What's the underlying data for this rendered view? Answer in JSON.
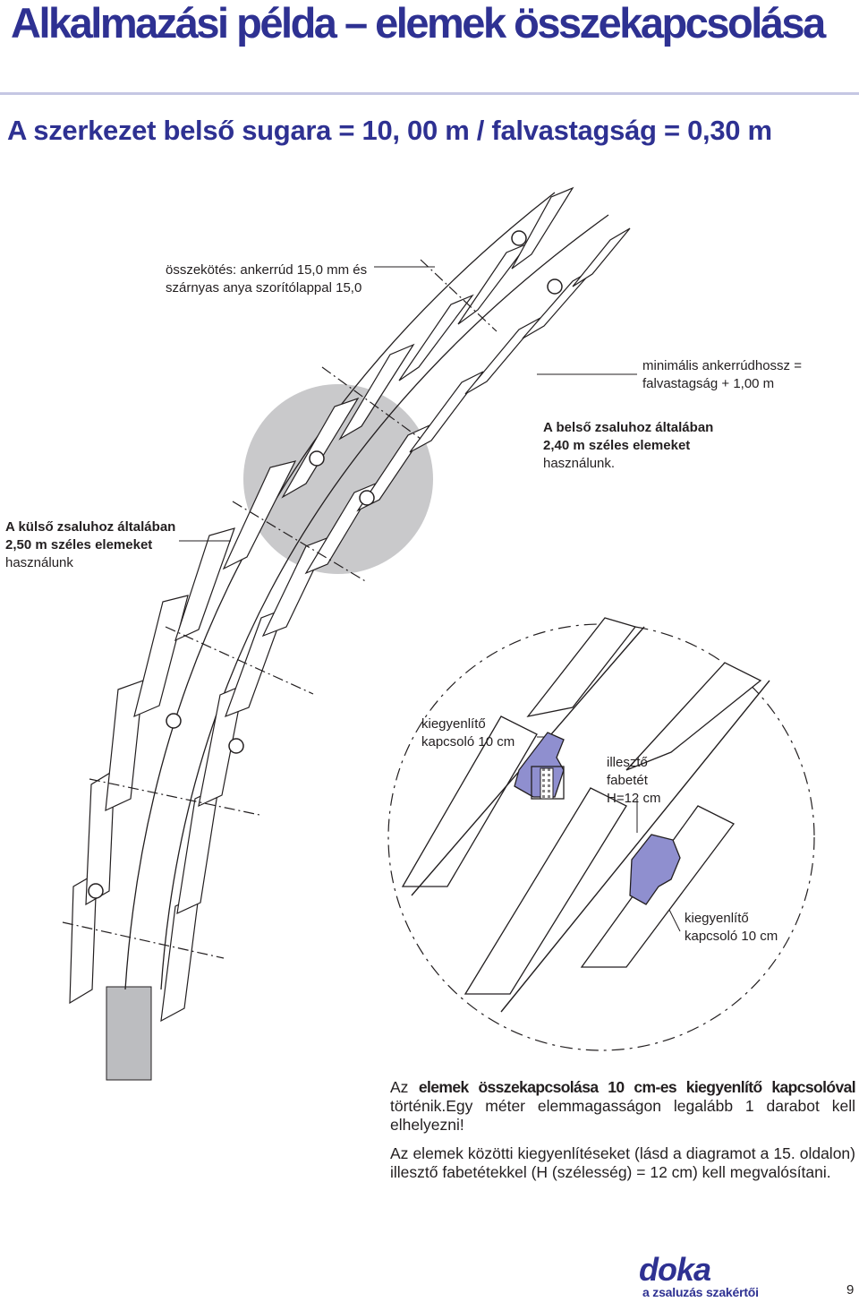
{
  "page": {
    "title": "Alkalmazási példa – elemek összekapcsolása",
    "subtitle": "A szerkezet belső sugara = 10, 00 m / falvastagság = 0,30 m"
  },
  "labels": {
    "connection": [
      "összekötés: ankerrúd 15,0 mm és",
      "szárnyas anya szorítólappal 15,0"
    ],
    "min_tie_rod": [
      "minimális ankerrúdhossz =",
      "falvastagság + 1,00 m"
    ],
    "inner_formwork": [
      "A belső zsaluhoz általában",
      "2,40 m széles elemeket",
      "használunk."
    ],
    "outer_formwork": [
      "A külső zsaluhoz általában",
      "2,50 m széles elemeket",
      "használunk"
    ],
    "compensation_clamp_1": [
      "kiegyenlítő",
      "kapcsoló 10 cm"
    ],
    "filler_board": [
      "illesztő",
      "fabetét",
      "H=12 cm"
    ],
    "compensation_clamp_2": [
      "kiegyenlítő",
      "kapcsoló 10 cm"
    ]
  },
  "body": {
    "p1_prefix": "Az",
    "p1_bold": "elemek összekapcsolása 10 cm-es kiegyenlítő kapcsolóval",
    "p1_rest": "történik.Egy méter elemmagasságon legalább 1 darabot kell elhelyezni!",
    "p2": "Az elemek közötti kiegyenlítéseket (lásd a diagramot a 15. oldalon) illesztő fabetétekkel (H (szélesség) = 12 cm) kell megvalósítani."
  },
  "footer": {
    "logo": "doka",
    "slogan": "a zsaluzás szakértői",
    "page_number": "9"
  },
  "colors": {
    "title_blue": "#2e3192",
    "rule": "#c5c7e3",
    "gray_circle": "#c9c9cb",
    "clamp_purple": "#8f8fcf",
    "line": "#231f20"
  }
}
